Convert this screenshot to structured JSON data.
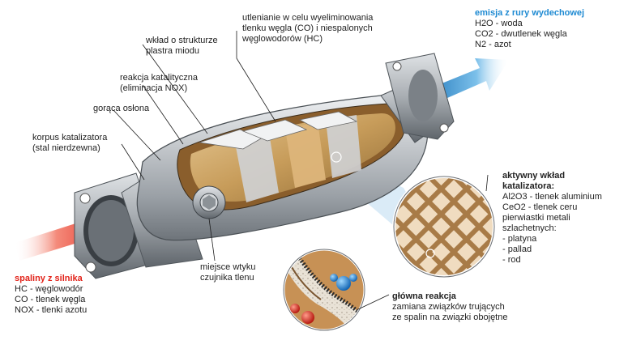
{
  "labels": {
    "oxidation": [
      "utlenianie w celu wyeliminowania",
      "tlenku węgla (CO) i niespalonych",
      "węglowodorów (HC)"
    ],
    "honeycomb_insert": [
      "wkład o strukturze",
      "plastra miodu"
    ],
    "catalytic_reaction": [
      "reakcja katalityczna",
      "(eliminacja NOX)"
    ],
    "hot_shield": [
      "gorąca osłona"
    ],
    "converter_body": [
      "korpus katalizatora",
      "(stal nierdzewna)"
    ],
    "sensor_location": [
      "miejsce wtyku",
      "czujnika tlenu"
    ]
  },
  "exhaust_emission": {
    "title": "emisja z rury wydechowej",
    "items": [
      "H2O - woda",
      "CO2 - dwutlenek węgla",
      "N2 - azot"
    ]
  },
  "engine_exhaust": {
    "title": "spaliny z silnika",
    "items": [
      "HC - węglowodór",
      "CO - tlenek węgla",
      "NOX - tlenki azotu"
    ]
  },
  "active_insert": {
    "title": [
      "aktywny wkład",
      "katalizatora:"
    ],
    "items": [
      "Al2O3 - tlenek aluminium",
      "CeO2 - tlenek ceru",
      "pierwiastki metali",
      "szlachetnych:",
      "- platyna",
      "- pallad",
      "- rod"
    ]
  },
  "main_reaction": {
    "title": "główna reakcja",
    "items": [
      "zamiana związków trujących",
      "ze spalin na związki obojętne"
    ]
  },
  "colors": {
    "inflow_arrow": "#e2231a",
    "outflow_arrow": "#1e8ad2",
    "shell": "#b8bcc1",
    "ceramic": "#c9a36b",
    "highlight_cone": "#cde4f4"
  }
}
